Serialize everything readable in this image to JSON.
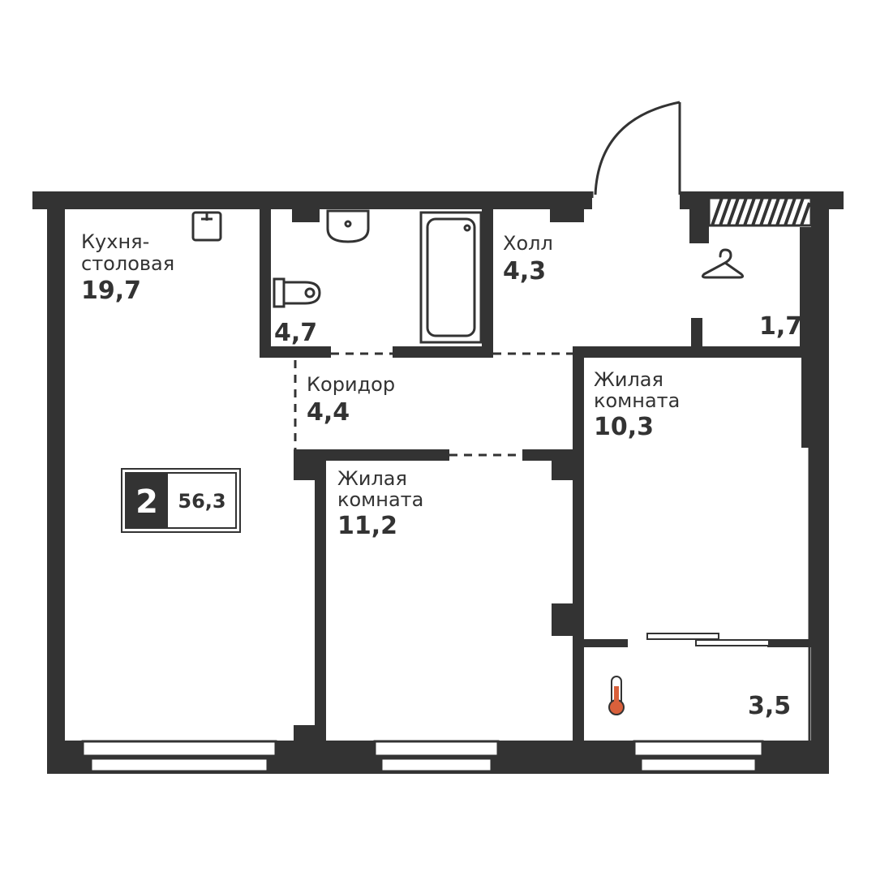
{
  "colors": {
    "wall": "#333333",
    "background": "#ffffff",
    "thermometer": "#d9603b"
  },
  "apartment": {
    "rooms_count": "2",
    "total_area": "56,3"
  },
  "rooms": {
    "kitchen": {
      "name_line1": "Кухня-",
      "name_line2": "столовая",
      "area": "19,7"
    },
    "bathroom": {
      "area": "4,7"
    },
    "hall": {
      "name": "Холл",
      "area": "4,3"
    },
    "wardrobe": {
      "area": "1,7"
    },
    "corridor": {
      "name": "Коридор",
      "area": "4,4"
    },
    "living_room_right": {
      "name_line1": "Жилая",
      "name_line2": "комната",
      "area": "10,3"
    },
    "living_room_middle": {
      "name_line1": "Жилая",
      "name_line2": "комната",
      "area": "11,2"
    },
    "loggia": {
      "area": "3,5"
    }
  },
  "icons": [
    "sink-icon",
    "washbasin-icon",
    "toilet-icon",
    "bathtub-icon",
    "hanger-icon",
    "thermometer-icon",
    "entrance-door-icon",
    "ventilation-shaft-icon"
  ]
}
